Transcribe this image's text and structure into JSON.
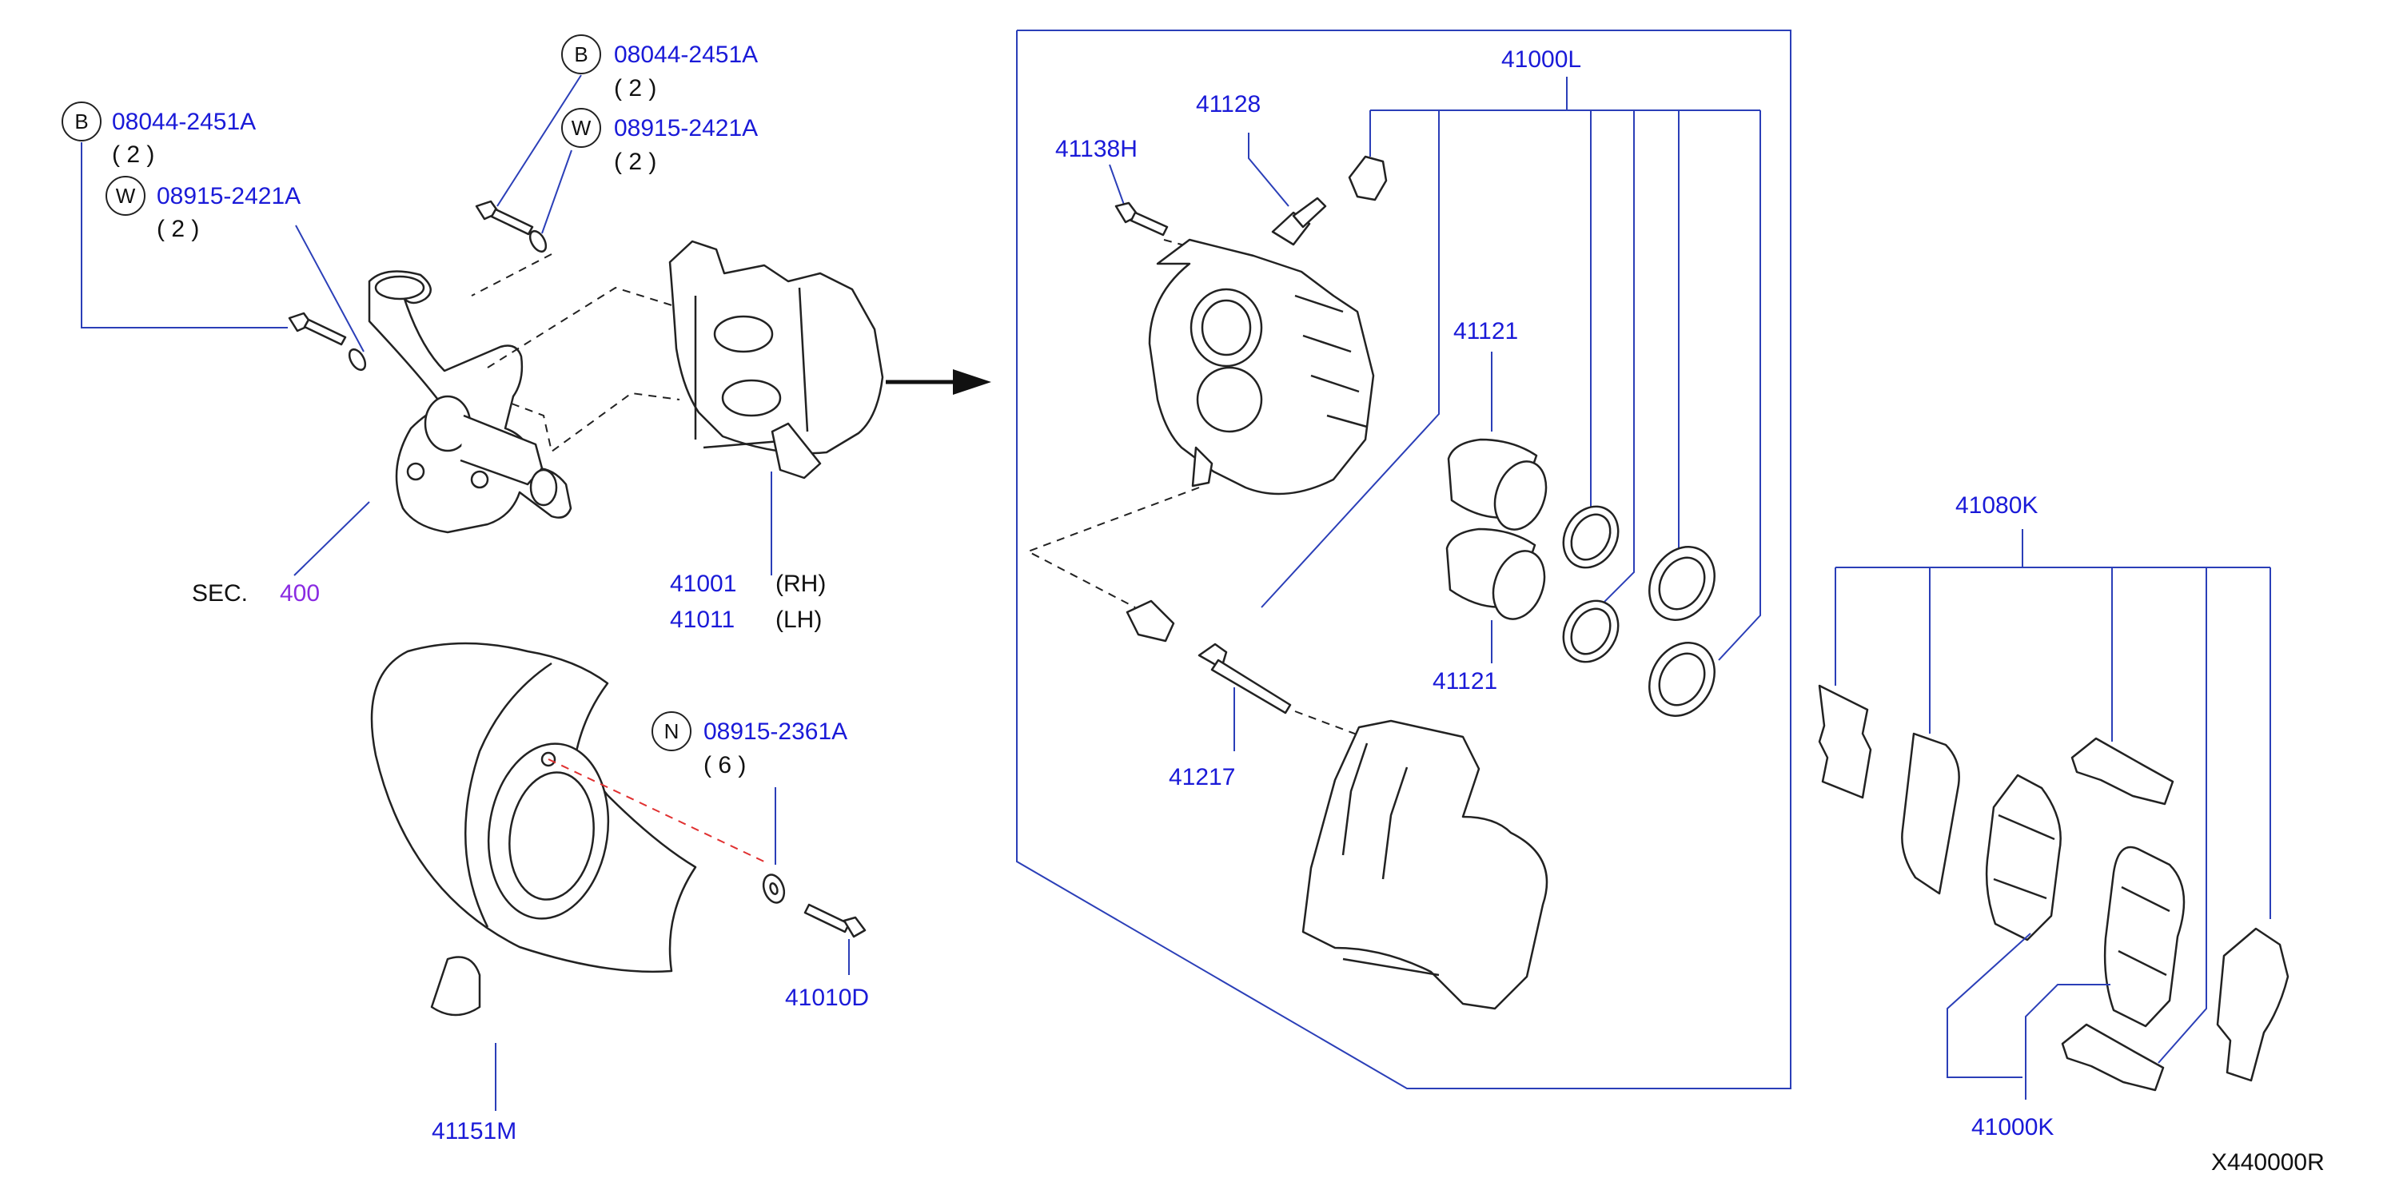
{
  "callouts": {
    "bolt_left": {
      "badge": "B",
      "part": "08044-2451A",
      "qty": "( 2 )"
    },
    "washer_left": {
      "badge": "W",
      "part": "08915-2421A",
      "qty": "( 2 )"
    },
    "bolt_top": {
      "badge": "B",
      "part": "08044-2451A",
      "qty": "( 2 )"
    },
    "washer_top": {
      "badge": "W",
      "part": "08915-2421A",
      "qty": "( 2 )"
    },
    "washer_shield": {
      "badge": "N",
      "part": "08915-2361A",
      "qty": "( 6 )"
    }
  },
  "section": {
    "label": "SEC.",
    "number": "400"
  },
  "caliper_assembly": {
    "rh_part": "41001",
    "rh_side": "(RH)",
    "lh_part": "41011",
    "lh_side": "(LH)"
  },
  "shield": {
    "part": "41151M",
    "bolt": "41010D"
  },
  "caliper_kit": {
    "main": "41000L",
    "bleeder": "41128",
    "bolt": "41138H",
    "piston_upper": "41121",
    "piston_lower": "41121",
    "pin": "41217"
  },
  "pad_kit": {
    "main": "41080K",
    "pads": "41000K"
  },
  "diagram_ref": "X440000R"
}
